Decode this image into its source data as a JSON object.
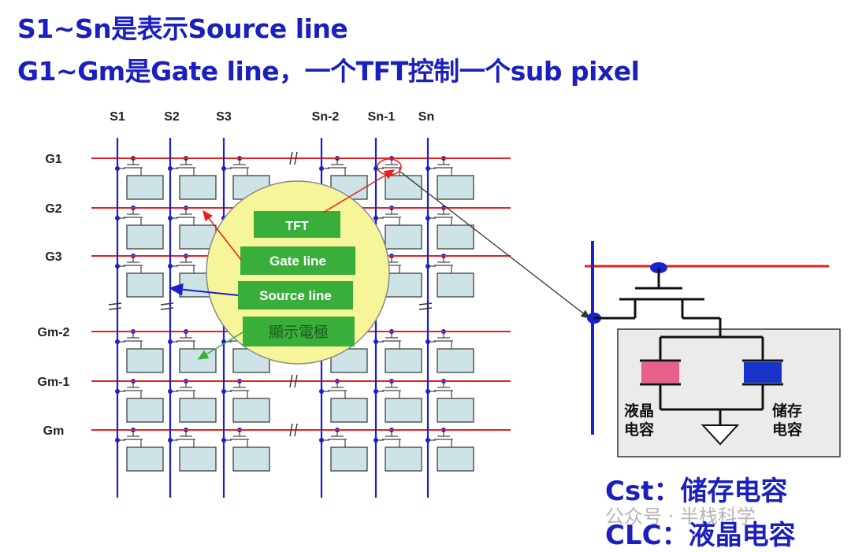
{
  "heading": {
    "line1": "S1~Sn是表示Source line",
    "line2": "G1~Gm是Gate line，一个TFT控制一个sub pixel"
  },
  "source_lines": [
    "S1",
    "S2",
    "S3",
    "Sn-2",
    "Sn-1",
    "Sn"
  ],
  "gate_lines": [
    "G1",
    "G2",
    "G3",
    "Gm-2",
    "Gm-1",
    "Gm"
  ],
  "magnifier": {
    "labels": [
      "TFT",
      "Gate line",
      "Source line",
      "顯示電極"
    ]
  },
  "detail": {
    "left_cap_label": [
      "液晶",
      "电容"
    ],
    "right_cap_label": [
      "储存",
      "电容"
    ]
  },
  "captions": {
    "cst": "Cst：储存电容",
    "clc": "CLC：液晶电容"
  },
  "watermark": "公众号 · 半栈科学",
  "colors": {
    "title_blue": "#1a1fbf",
    "gate_red": "#e82020",
    "source_blue": "#1a1fd0",
    "pixel_fill": "#cde3e6",
    "magnifier_fill": "#f6f59a",
    "label_green": "#3aae3a",
    "clc_pink": "#e8608a",
    "cst_blue": "#1733c8"
  }
}
